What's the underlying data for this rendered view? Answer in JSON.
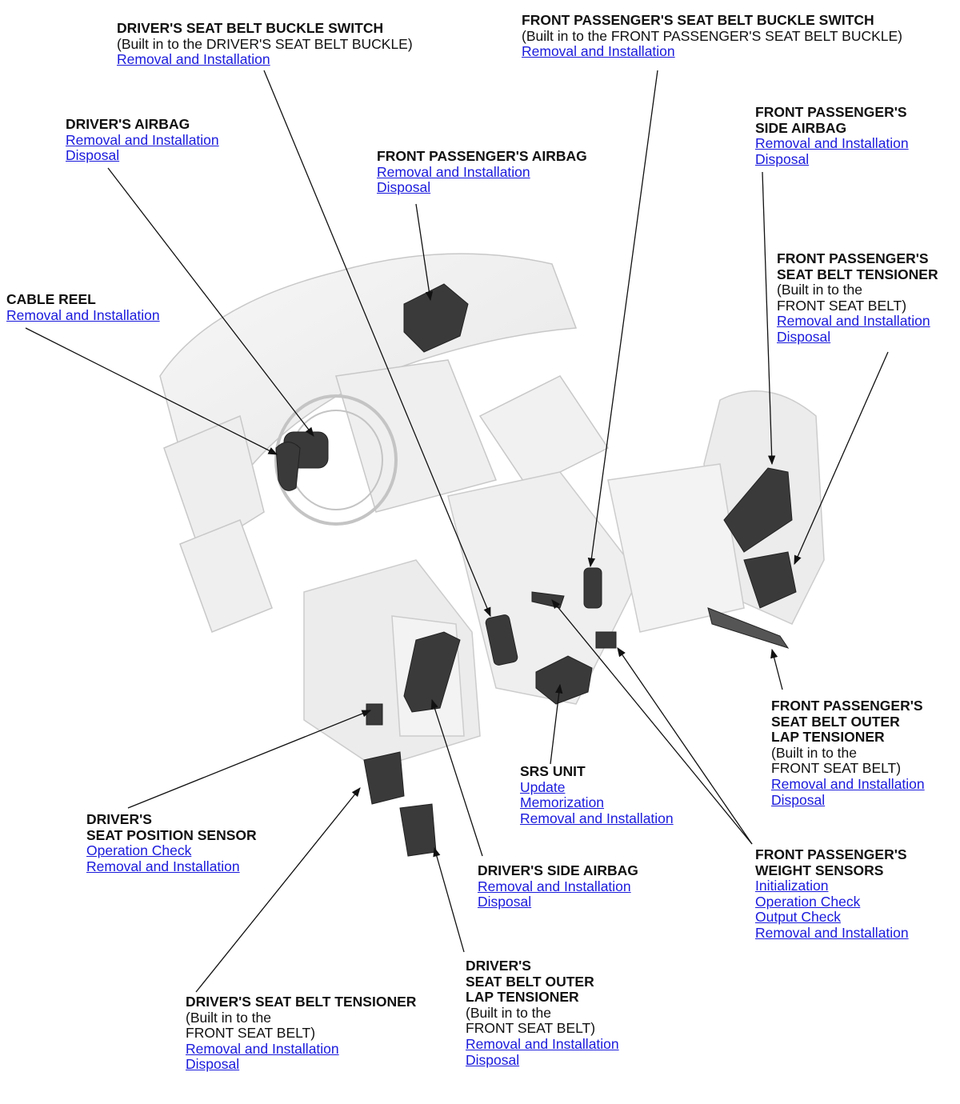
{
  "colors": {
    "link": "#1a1adc",
    "leader": "#111111",
    "component": "#3a3a3a",
    "interior_outline": "#c8c8c8"
  },
  "callouts": {
    "drv_buckle": {
      "title": [
        "DRIVER'S SEAT BELT BUCKLE SWITCH"
      ],
      "note": [
        "(Built in to the DRIVER'S SEAT BELT BUCKLE)"
      ],
      "links": [
        "Removal and Installation"
      ]
    },
    "fp_buckle": {
      "title": [
        "FRONT PASSENGER'S SEAT BELT BUCKLE SWITCH"
      ],
      "note": [
        "(Built in to the FRONT PASSENGER'S SEAT BELT BUCKLE)"
      ],
      "links": [
        "Removal and Installation"
      ]
    },
    "drv_airbag": {
      "title": [
        "DRIVER'S AIRBAG"
      ],
      "note": [],
      "links": [
        "Removal and Installation",
        "Disposal"
      ]
    },
    "fp_airbag": {
      "title": [
        "FRONT PASSENGER'S AIRBAG"
      ],
      "note": [],
      "links": [
        "Removal and Installation",
        "Disposal"
      ]
    },
    "fp_side_airbag": {
      "title": [
        "FRONT PASSENGER'S",
        "SIDE AIRBAG"
      ],
      "note": [],
      "links": [
        "Removal and Installation",
        "Disposal"
      ]
    },
    "fp_tensioner": {
      "title": [
        "FRONT PASSENGER'S",
        "SEAT BELT TENSIONER"
      ],
      "note": [
        "(Built in to the",
        "FRONT SEAT BELT)"
      ],
      "links": [
        "Removal and Installation",
        "Disposal"
      ]
    },
    "cable_reel": {
      "title": [
        "CABLE REEL"
      ],
      "note": [],
      "links": [
        "Removal and Installation"
      ]
    },
    "fp_lap": {
      "title": [
        "FRONT PASSENGER'S",
        "SEAT BELT OUTER",
        "LAP TENSIONER"
      ],
      "note": [
        "(Built in to the",
        "FRONT SEAT BELT)"
      ],
      "links": [
        "Removal and Installation",
        "Disposal"
      ]
    },
    "srs_unit": {
      "title": [
        "SRS UNIT"
      ],
      "note": [],
      "links": [
        "Update",
        "Memorization",
        "Removal and Installation"
      ]
    },
    "drv_pos": {
      "title": [
        "DRIVER'S",
        "SEAT POSITION SENSOR"
      ],
      "note": [],
      "links": [
        "Operation Check",
        "Removal and Installation"
      ]
    },
    "fp_weight": {
      "title": [
        "FRONT PASSENGER'S",
        "WEIGHT SENSORS"
      ],
      "note": [],
      "links": [
        "Initialization",
        "Operation Check",
        "Output Check",
        "Removal and Installation"
      ]
    },
    "drv_side_airbag": {
      "title": [
        "DRIVER'S SIDE AIRBAG"
      ],
      "note": [],
      "links": [
        "Removal and Installation",
        "Disposal"
      ]
    },
    "drv_lap": {
      "title": [
        "DRIVER'S",
        "SEAT BELT OUTER",
        "LAP TENSIONER"
      ],
      "note": [
        "(Built in to the",
        "FRONT SEAT BELT)"
      ],
      "links": [
        "Removal and Installation",
        "Disposal"
      ]
    },
    "drv_tensioner": {
      "title": [
        "DRIVER'S SEAT BELT TENSIONER"
      ],
      "note": [
        "(Built in to the",
        "FRONT SEAT BELT)"
      ],
      "links": [
        "Removal and Installation",
        "Disposal"
      ]
    }
  }
}
